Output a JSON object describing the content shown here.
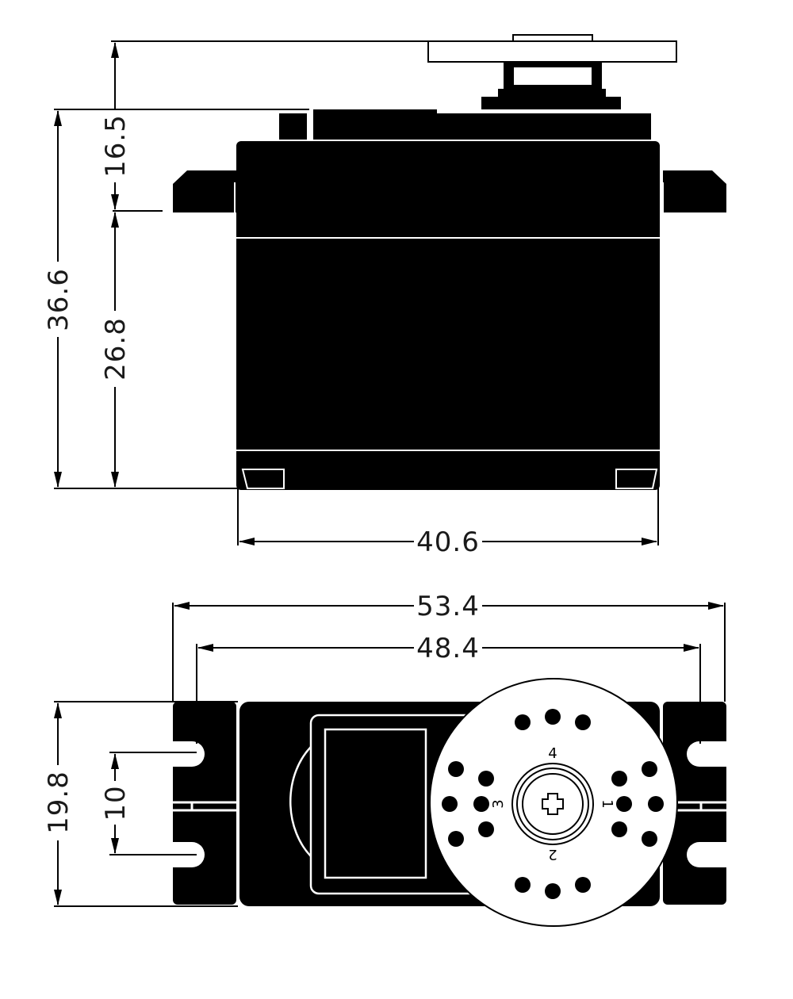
{
  "dimensions": {
    "horn_height": "16.5",
    "total_height": "36.6",
    "body_height": "26.8",
    "body_width": "40.6",
    "overall_length": "53.4",
    "mount_hole_spacing": "48.4",
    "depth": "19.8",
    "hole_pitch": "10"
  },
  "horn_labels": {
    "top": "4",
    "right": "1",
    "bottom": "2",
    "left": "3"
  },
  "colors": {
    "body": "#000000",
    "line": "#000000",
    "background": "#ffffff"
  }
}
